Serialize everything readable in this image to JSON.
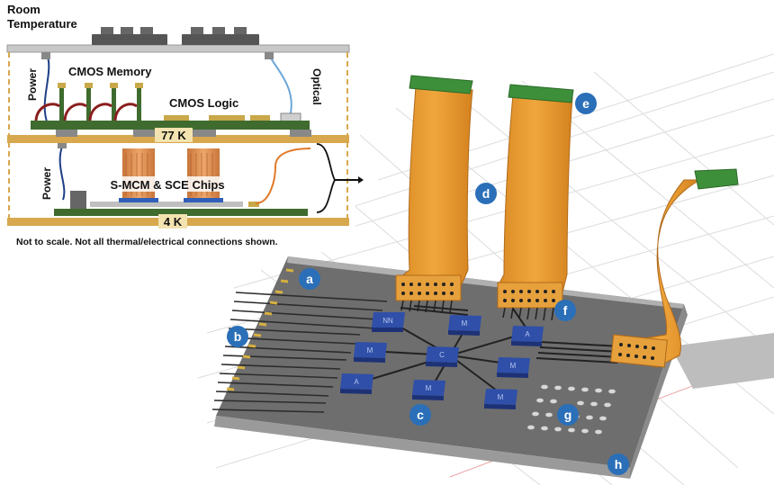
{
  "schematic": {
    "room_temperature": [
      "Room",
      "Temperature"
    ],
    "power_top": "Power",
    "cmos_memory": "CMOS Memory",
    "optical": "Optical",
    "cmos_logic": "CMOS Logic",
    "stage_77k": "77 K",
    "power_bottom": "Power",
    "smcm": "S-MCM & SCE Chips",
    "stage_4k": "4 K",
    "footnote": "Not to scale. Not all thermal/electrical connections shown."
  },
  "callouts": [
    "a",
    "b",
    "c",
    "d",
    "e",
    "f",
    "g",
    "h"
  ],
  "chips": [
    "NN",
    "M",
    "A",
    "M",
    "C",
    "M",
    "A",
    "M",
    "M"
  ],
  "colors": {
    "stage_gold": "#d8a84e",
    "pcb_green": "#3f6b2f",
    "flex_orange": "#e5962f",
    "board_gray": "#6e6e6e",
    "chip_blue": "#2f4fa8",
    "callout_blue": "#2a6fb8",
    "grid": "#dcdcdc"
  }
}
